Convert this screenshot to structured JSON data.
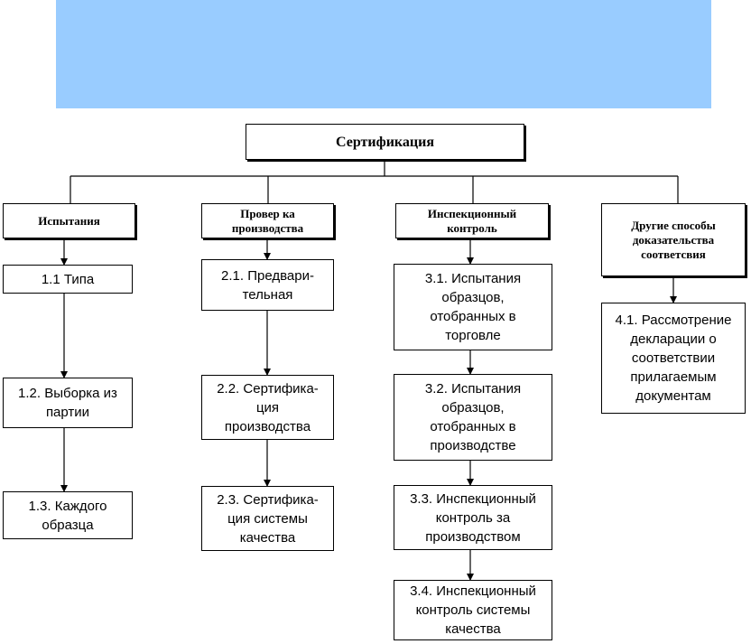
{
  "colors": {
    "banner": "#99ccff",
    "line": "#000000"
  },
  "root": {
    "label": "Сертификация"
  },
  "columns": [
    {
      "header": "Испытания",
      "items": [
        "1.1 Типа",
        "1.2. Выборка из\nпартии",
        "1.3. Каждого\nобразца"
      ]
    },
    {
      "header": "Провер ка\nпроизводства",
      "items": [
        "2.1. Предвари-\nтельная",
        "2.2. Сертифика-\nция\nпроизводства",
        "2.3. Сертифика-\nция системы\nкачества"
      ]
    },
    {
      "header": "Инспекционный\nконтроль",
      "items": [
        "3.1. Испытания\nобразцов,\nотобранных в\nторговле",
        "3.2. Испытания\nобразцов,\nотобранных в\nпроизводстве",
        "3.3. Инспекционный\nконтроль за\nпроизводством",
        "3.4. Инспекционный\nконтроль системы\nкачества"
      ]
    },
    {
      "header": "Другие способы\nдоказательства\nсоответсвия",
      "items": [
        "4.1. Рассмотрение\nдекларации о\nсоответствии\nприлагаемым\nдокументам"
      ]
    }
  ]
}
